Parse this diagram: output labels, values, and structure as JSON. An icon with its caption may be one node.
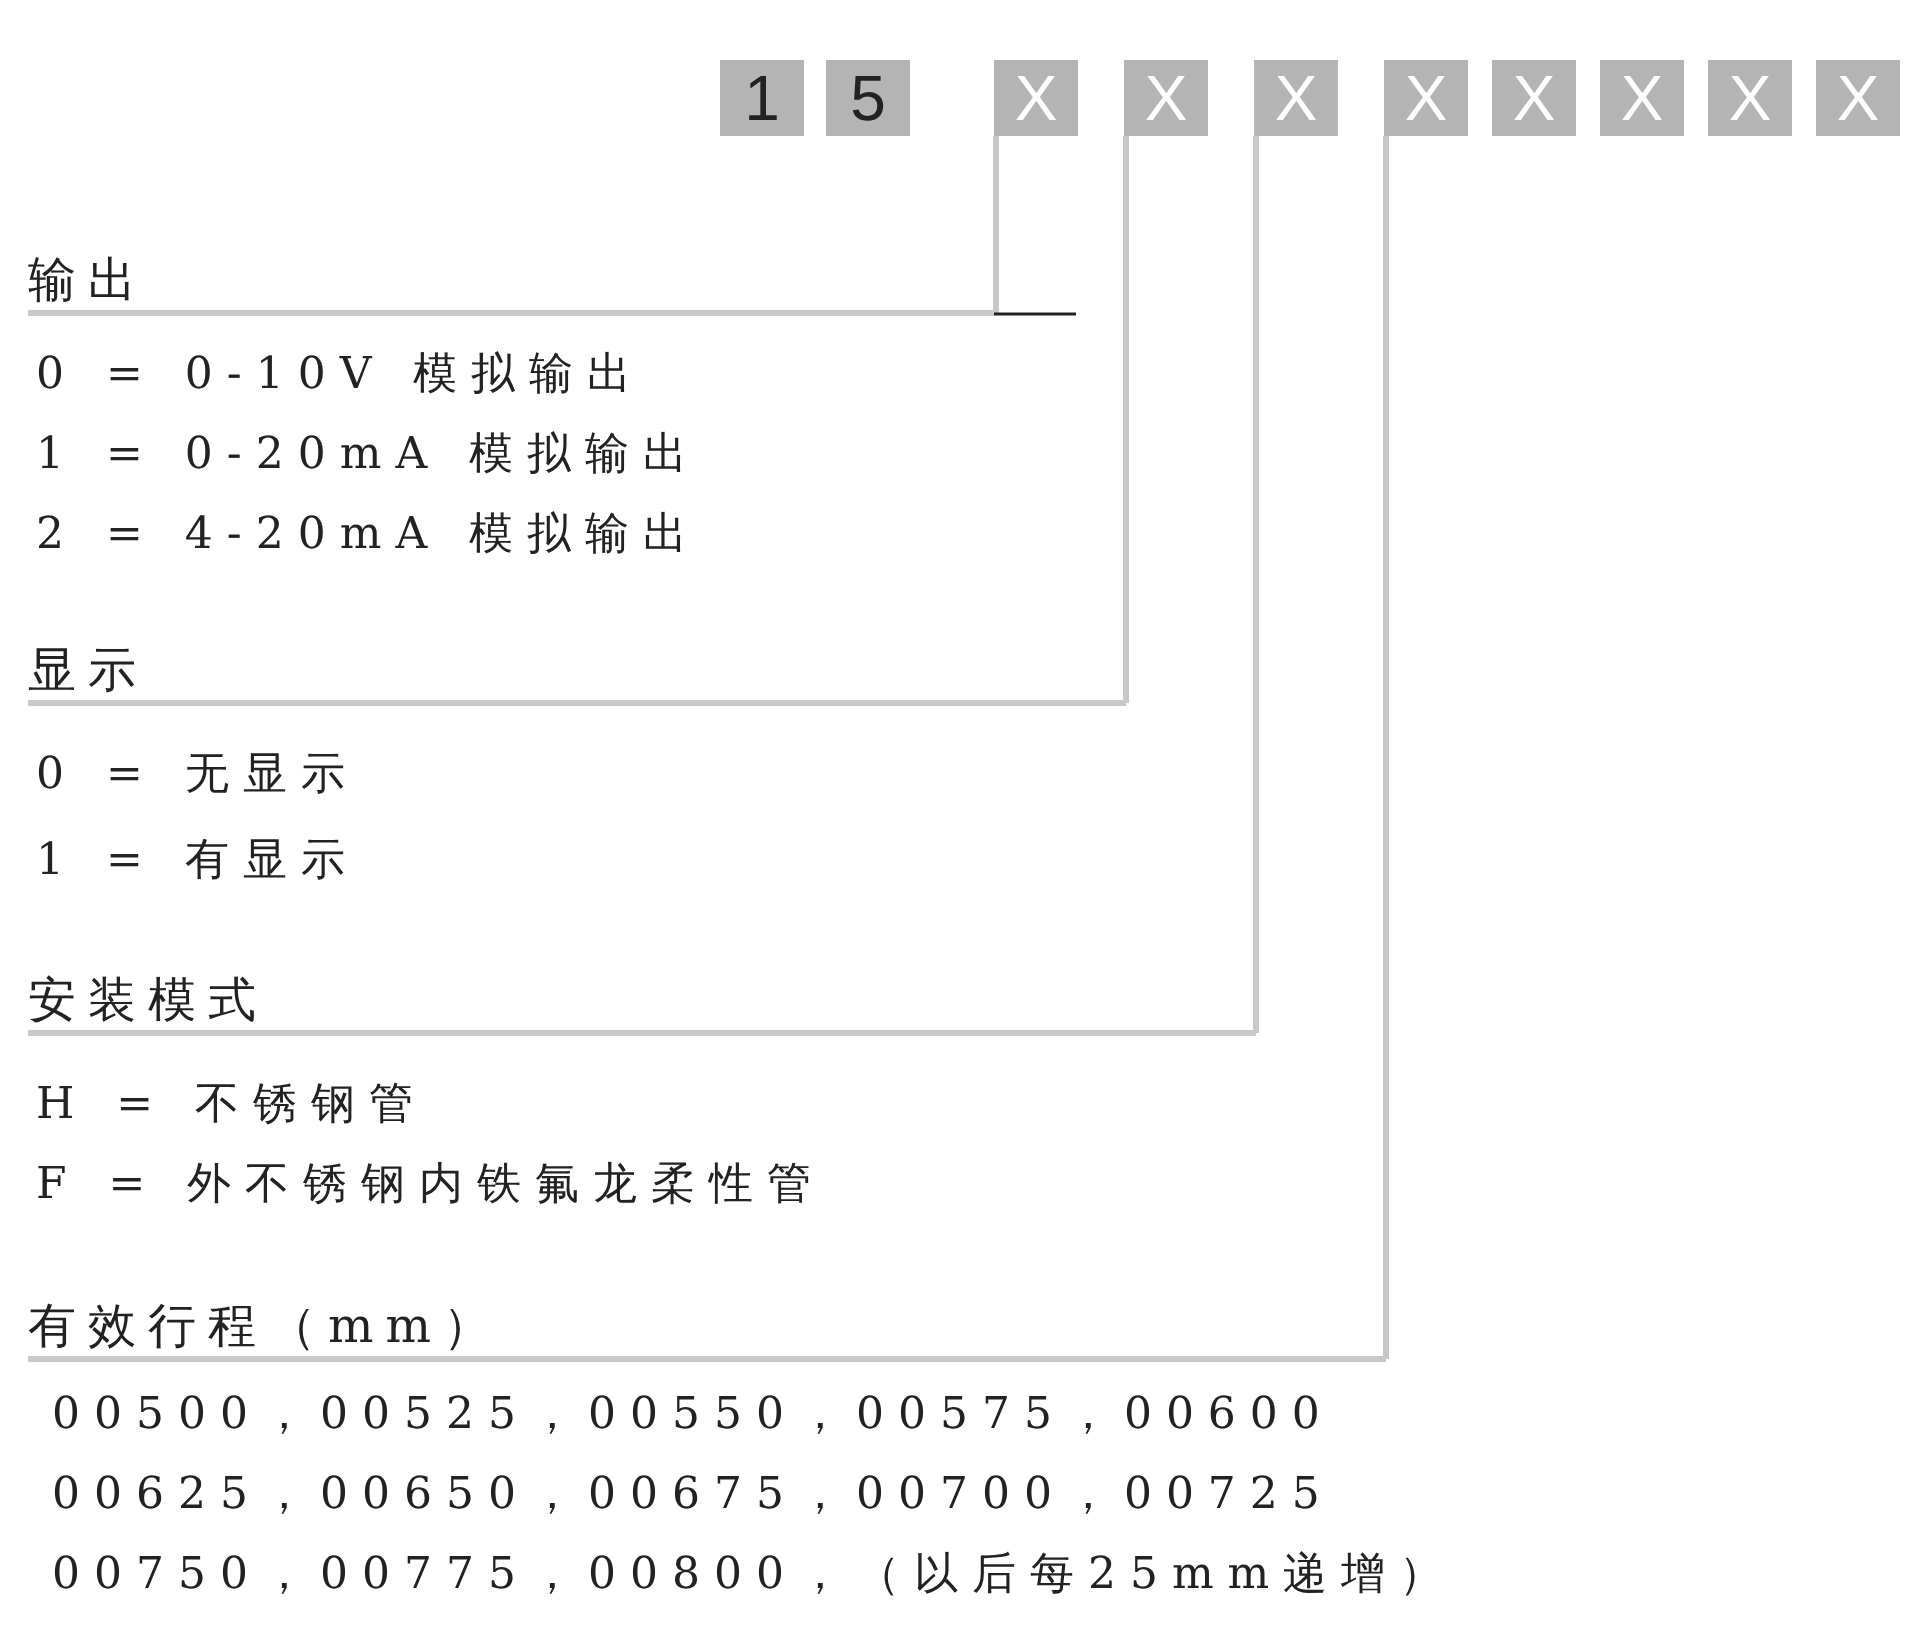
{
  "diagram": {
    "nodes": [
      {
        "text": [
          "1"
        ]
      },
      {
        "text": [
          "5"
        ]
      },
      {
        "text": [
          "X"
        ]
      },
      {
        "text": [
          "X"
        ]
      },
      {
        "text": [
          "X"
        ]
      },
      {
        "text": [
          "X"
        ]
      },
      {
        "text": [
          "X"
        ]
      },
      {
        "text": [
          "X"
        ]
      },
      {
        "text": [
          "X"
        ]
      },
      {
        "text": [
          "X"
        ]
      },
      {
        "text": [
          "输出"
        ]
      },
      {
        "text": [
          "显示"
        ]
      },
      {
        "text": [
          "安装模式"
        ]
      },
      {
        "text": [
          "有效行程（mm）"
        ]
      }
    ],
    "edges": [
      {
        "from": 2,
        "to": 10,
        "arrow": "none"
      },
      {
        "from": 3,
        "to": 11,
        "arrow": "none"
      },
      {
        "from": 4,
        "to": 12,
        "arrow": "none"
      },
      {
        "from": 5,
        "to": 13,
        "arrow": "none"
      }
    ],
    "labels": [
      "0 = 0-10V 模拟输出",
      "1 = 0-20mA 模拟输出",
      "2 = 4-20mA 模拟输出",
      "0 = 无显示",
      "1 = 有显示",
      "H = 不锈钢管",
      "F = 外不锈钢内铁氟龙柔性管",
      "00500，00525，00550，00575，00600",
      "00625，00650，00675，00700，00725",
      "00750，00775，00800，（以后每25mm递增）"
    ]
  }
}
